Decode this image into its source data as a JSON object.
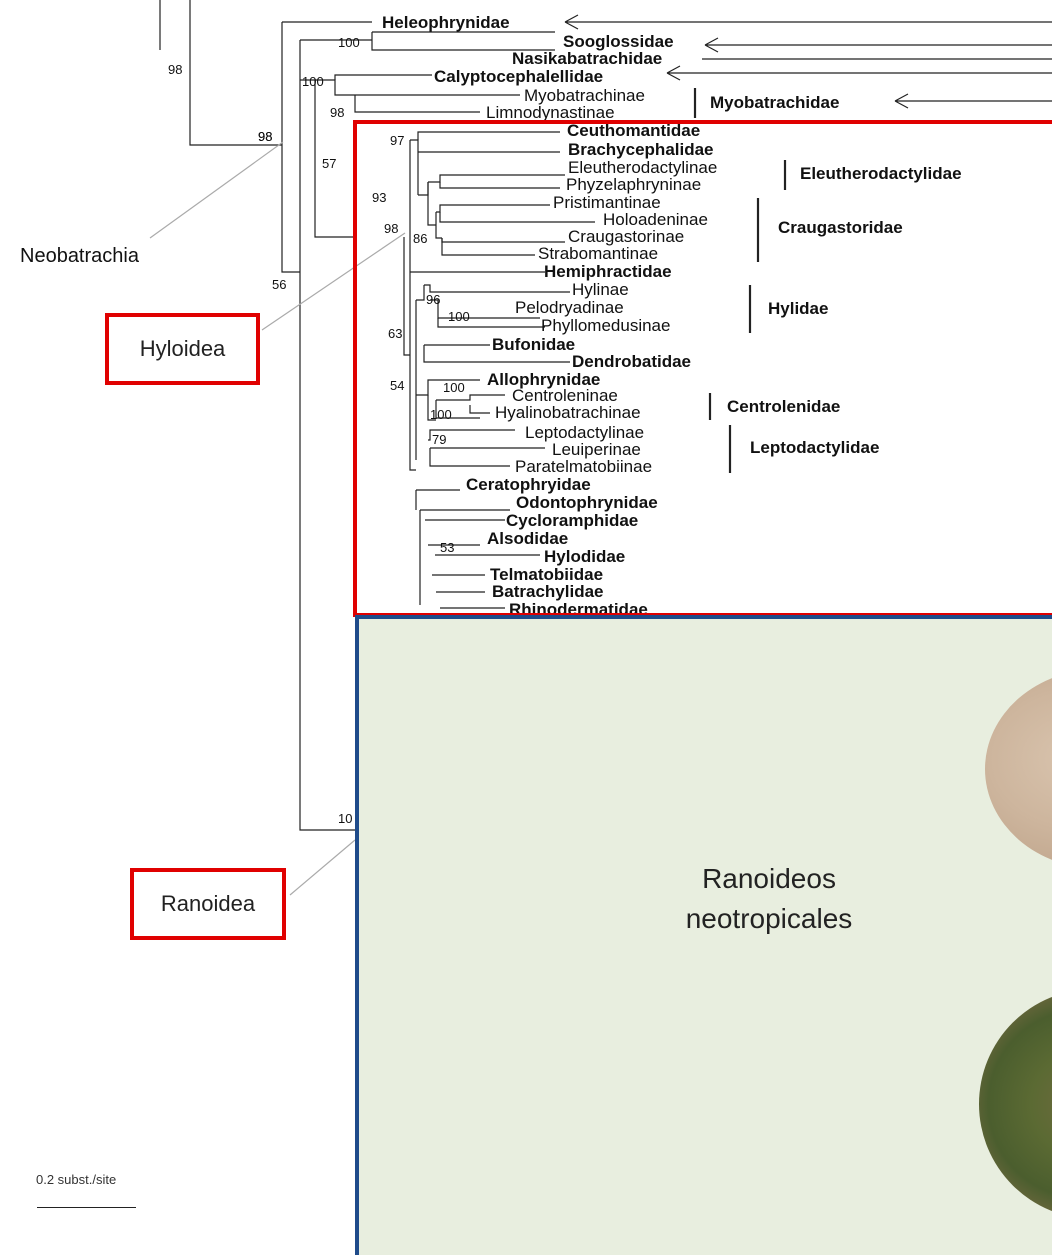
{
  "clade_labels": {
    "neobatrachia": "Neobatrachia",
    "hyloidea": "Hyloidea",
    "ranoidea": "Ranoidea"
  },
  "scale_bar": {
    "label": "0.2 subst./site"
  },
  "ranoid_panel": {
    "line1": "Ranoideos",
    "line2": "neotropicales"
  },
  "taxa": [
    "Heleophrynidae",
    "Sooglossidae",
    "Nasikabatrachidae",
    "Calyptocephalellidae",
    "Myobatrachinae",
    "Limnodynastinae",
    "Ceuthomantidae",
    "Brachycephalidae",
    "Eleutherodactylinae",
    "Phyzelaphryninae",
    "Pristimantinae",
    "Holoadeninae",
    "Craugastorinae",
    "Strabomantinae",
    "Hemiphractidae",
    "Hylinae",
    "Pelodryadinae",
    "Phyllomedusinae",
    "Bufonidae",
    "Dendrobatidae",
    "Allophrynidae",
    "Centroleninae",
    "Hyalinobatrachinae",
    "Leptodactylinae",
    "Leuiperinae",
    "Paratelmatobiinae",
    "Ceratophryidae",
    "Odontophrynidae",
    "Cycloramphidae",
    "Alsodidae",
    "Hylodidae",
    "Telmatobiidae",
    "Batrachylidae",
    "Rhinodermatidae"
  ],
  "families": [
    "Myobatrachidae",
    "Eleutherodactylidae",
    "Craugastoridae",
    "Hylidae",
    "Centrolenidae",
    "Leptodactylidae"
  ],
  "support": [
    "98",
    "98",
    "100",
    "100",
    "98",
    "98",
    "57",
    "56",
    "97",
    "93",
    "98",
    "86",
    "96",
    "100",
    "63",
    "54",
    "100",
    "100",
    "79",
    "53",
    "10"
  ]
}
